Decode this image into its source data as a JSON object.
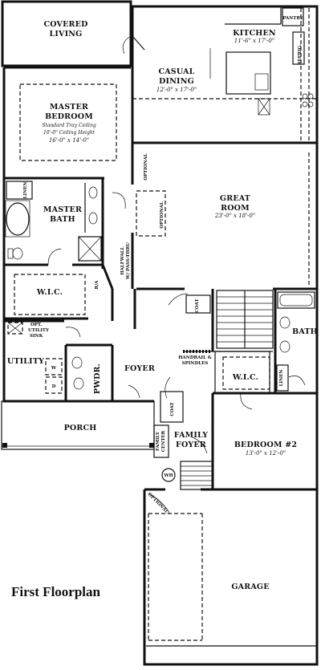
{
  "plan_title": "First Floorplan",
  "rooms": {
    "covered_living": [
      "COVERED",
      "LIVING"
    ],
    "kitchen": {
      "name": "KITCHEN",
      "dim": "11'-6\" x 17'-0\""
    },
    "pantry": "PANTRY",
    "refrig": "REFRIG.",
    "casual_dining": {
      "name": [
        "CASUAL",
        "DINING"
      ],
      "dim": "12'-0\" x 17'-0\""
    },
    "master_bedroom": {
      "name": [
        "MASTER",
        "BEDROOM"
      ],
      "notes": [
        "Standard Tray Ceiling",
        "10'-0\" Ceiling Height"
      ],
      "dim": "16'-0\" x 14'-0\""
    },
    "great_room": {
      "name": [
        "GREAT",
        "ROOM"
      ],
      "dim": "23'-0\" x 18'-0\""
    },
    "linen_top": "LINEN",
    "master_bath": [
      "MASTER",
      "BATH"
    ],
    "wic_master": "W.I.C.",
    "ra": "R/A",
    "halfwall": [
      "HALFWALL",
      "W/ PASS-THRU"
    ],
    "optional_1": "OPTIONAL",
    "optional_2": "OPTIONAL",
    "opt_utility_sink": [
      "OPT.",
      "UTILITY",
      "SINK"
    ],
    "utility": "UTILITY",
    "washer": "W",
    "dryer": "D",
    "pwdr": "PWDR.",
    "foyer": "FOYER",
    "coat_1": "COAT",
    "coat_2": "COAT",
    "handrail": [
      "HANDRAIL &",
      "SPINDLES"
    ],
    "wic_2": "W.I.C.",
    "bath": "BATH",
    "linen_2": "LINEN",
    "porch": "PORCH",
    "family_center": [
      "FAMILY",
      "CENTER"
    ],
    "family_foyer": [
      "FAMILY",
      "FOYER"
    ],
    "bedroom2": {
      "name": "BEDROOM #2",
      "dim": "13'-0\" x 12'-0\""
    },
    "wh": "WH",
    "optional_garage": "OPTIONAL",
    "garage": "GARAGE"
  }
}
